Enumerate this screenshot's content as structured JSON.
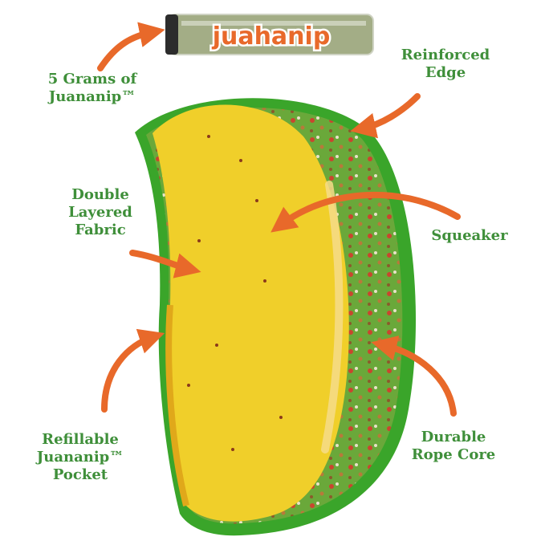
{
  "product": {
    "tube_logo": "juahanip",
    "colors": {
      "label_green": "#3f8f3a",
      "arrow_orange": "#e8692a",
      "tortilla": "#f0cf2a",
      "edge_green": "#3aa52a"
    }
  },
  "labels": {
    "grams": [
      "5 Grams of",
      "Juananip™"
    ],
    "edge": [
      "Reinforced",
      "Edge"
    ],
    "fabric": [
      "Double",
      "Layered",
      "Fabric"
    ],
    "squeaker": [
      "Squeaker"
    ],
    "pocket": [
      "Refillable",
      "Juananip™",
      "Pocket"
    ],
    "rope": [
      "Durable",
      "Rope Core"
    ]
  }
}
